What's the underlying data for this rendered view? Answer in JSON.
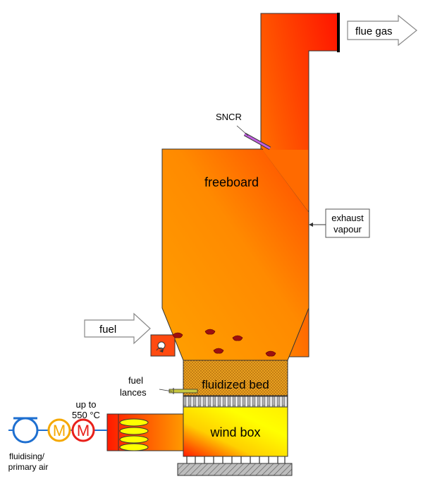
{
  "labels": {
    "flue_gas": "flue gas",
    "sncr": "SNCR",
    "freeboard": "freeboard",
    "exhaust_line1": "exhaust",
    "exhaust_line2": "vapour",
    "fuel": "fuel",
    "fuel_lances_line1": "fuel",
    "fuel_lances_line2": "lances",
    "fluidized_bed": "fluidized bed",
    "wind_box": "wind box",
    "temp_line1": "up to",
    "temp_line2": "550 °C",
    "fluid_air_line1": "fluidising/",
    "fluid_air_line2": "primary air",
    "motor_symbol": "M"
  },
  "colors": {
    "hot_red": "#ff1a00",
    "orange": "#ff9900",
    "yellow": "#ffff00",
    "fan_blue": "#1e6fd0",
    "motor_yellow": "#f5a800",
    "motor_red": "#e8201a",
    "particle": "#9c1010",
    "sncr_purple": "#c060e0"
  }
}
